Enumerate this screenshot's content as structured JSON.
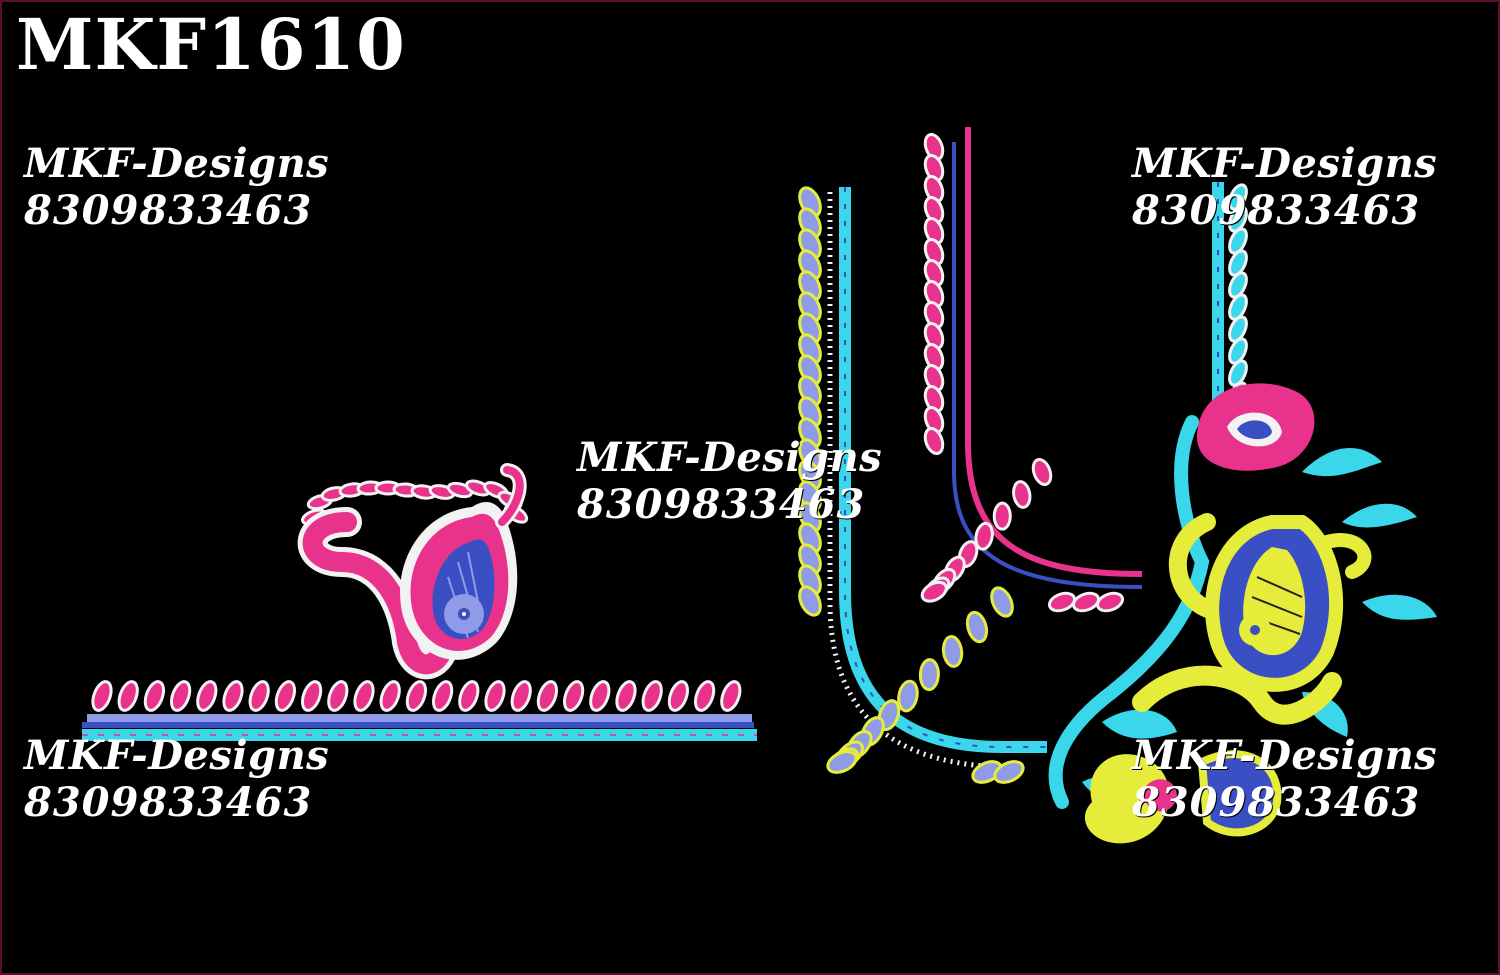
{
  "design_code": "MKF1610",
  "watermarks": [
    {
      "brand": "MKF-Designs",
      "phone": "8309833463"
    },
    {
      "brand": "MKF-Designs",
      "phone": "8309833463"
    },
    {
      "brand": "MKF-Designs",
      "phone": "8309833463"
    },
    {
      "brand": "MKF-Designs",
      "phone": "8309833463"
    },
    {
      "brand": "MKF-Designs",
      "phone": "8309833463"
    }
  ],
  "colors": {
    "background": "#000000",
    "pink": "#e8328c",
    "cyan": "#3ad6ea",
    "yellow": "#e6ec3a",
    "blue": "#3b4fc4",
    "lavender": "#8f9be6",
    "white": "#f2f2f2"
  }
}
